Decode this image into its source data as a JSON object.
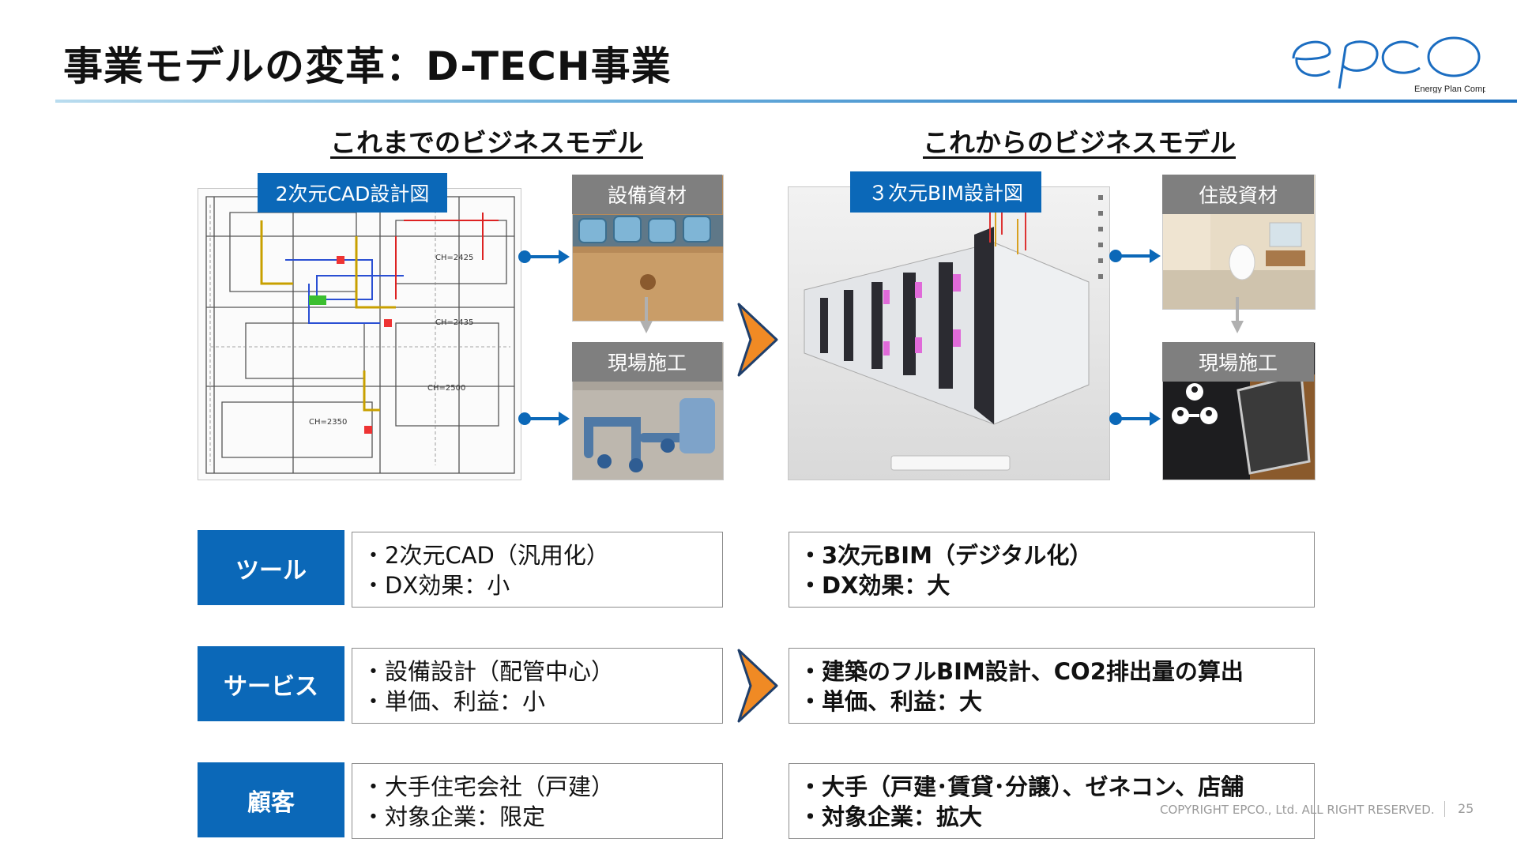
{
  "page": {
    "title": "事業モデルの変革：D-TECH事業",
    "logo_text": "epco",
    "logo_sub": "Energy Plan Company",
    "left_heading": "これまでのビジネスモデル",
    "right_heading": "これからのビジネスモデル"
  },
  "left_images": {
    "main_caption": "2次元CAD設計図",
    "top_caption": "設備資材",
    "bottom_caption": "現場施工"
  },
  "right_images": {
    "main_caption": "３次元BIM設計図",
    "top_caption": "住設資材",
    "bottom_caption": "現場施工"
  },
  "rows": [
    {
      "label": "ツール",
      "left": [
        "・2次元CAD（汎用化）",
        "・DX効果：小"
      ],
      "right": [
        "・3次元BIM（デジタル化）",
        "・DX効果：大"
      ]
    },
    {
      "label": "サービス",
      "left": [
        "・設備設計（配管中心）",
        "・単価、利益：小"
      ],
      "right": [
        "・建築のフルBIM設計、CO2排出量の算出",
        "・単価、利益：大"
      ]
    },
    {
      "label": "顧客",
      "left": [
        "・大手住宅会社（戸建）",
        "・対象企業：限定"
      ],
      "right": [
        "・大手（戸建･賃貸･分譲）、ゼネコン、店舗",
        "・対象企業：拡大"
      ]
    }
  ],
  "footer": {
    "copyright": "COPYRIGHT EPCO., Ltd. ALL RIGHT RESERVED.",
    "page_number": "25"
  },
  "colors": {
    "accent_blue": "#0b68b8",
    "arrow_orange": "#f08a24",
    "caption_grey": "#7f7f7f"
  },
  "icons": [
    "epco-logo",
    "chevron-right-icon",
    "arrow-right-icon",
    "arrow-down-icon"
  ]
}
